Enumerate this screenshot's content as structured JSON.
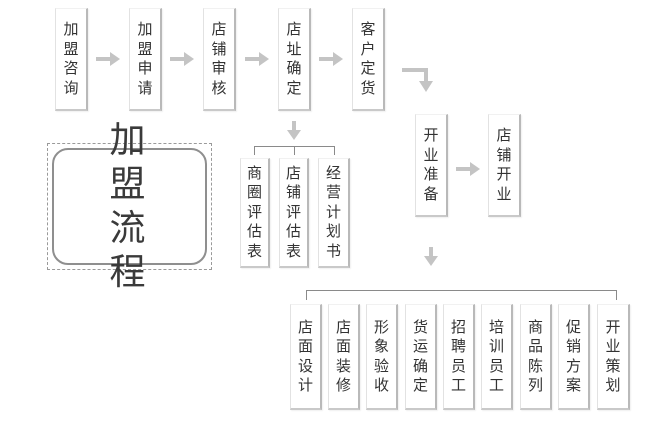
{
  "title": "加盟流程",
  "top_steps": [
    "加盟咨询",
    "加盟申请",
    "店铺审核",
    "店址确定",
    "客户定货"
  ],
  "mid_steps": [
    "开业准备",
    "店铺开业"
  ],
  "evaluation_items": [
    "商圈评估表",
    "店铺评估表",
    "经营计划书"
  ],
  "prep_items": [
    "店面设计",
    "店面装修",
    "形象验收",
    "货运确定",
    "招聘员工",
    "培训员工",
    "商品陈列",
    "促销方案",
    "开业策划"
  ],
  "colors": {
    "arrow": "#c4c4c4",
    "line": "#8a8a8a",
    "text": "#333333"
  }
}
